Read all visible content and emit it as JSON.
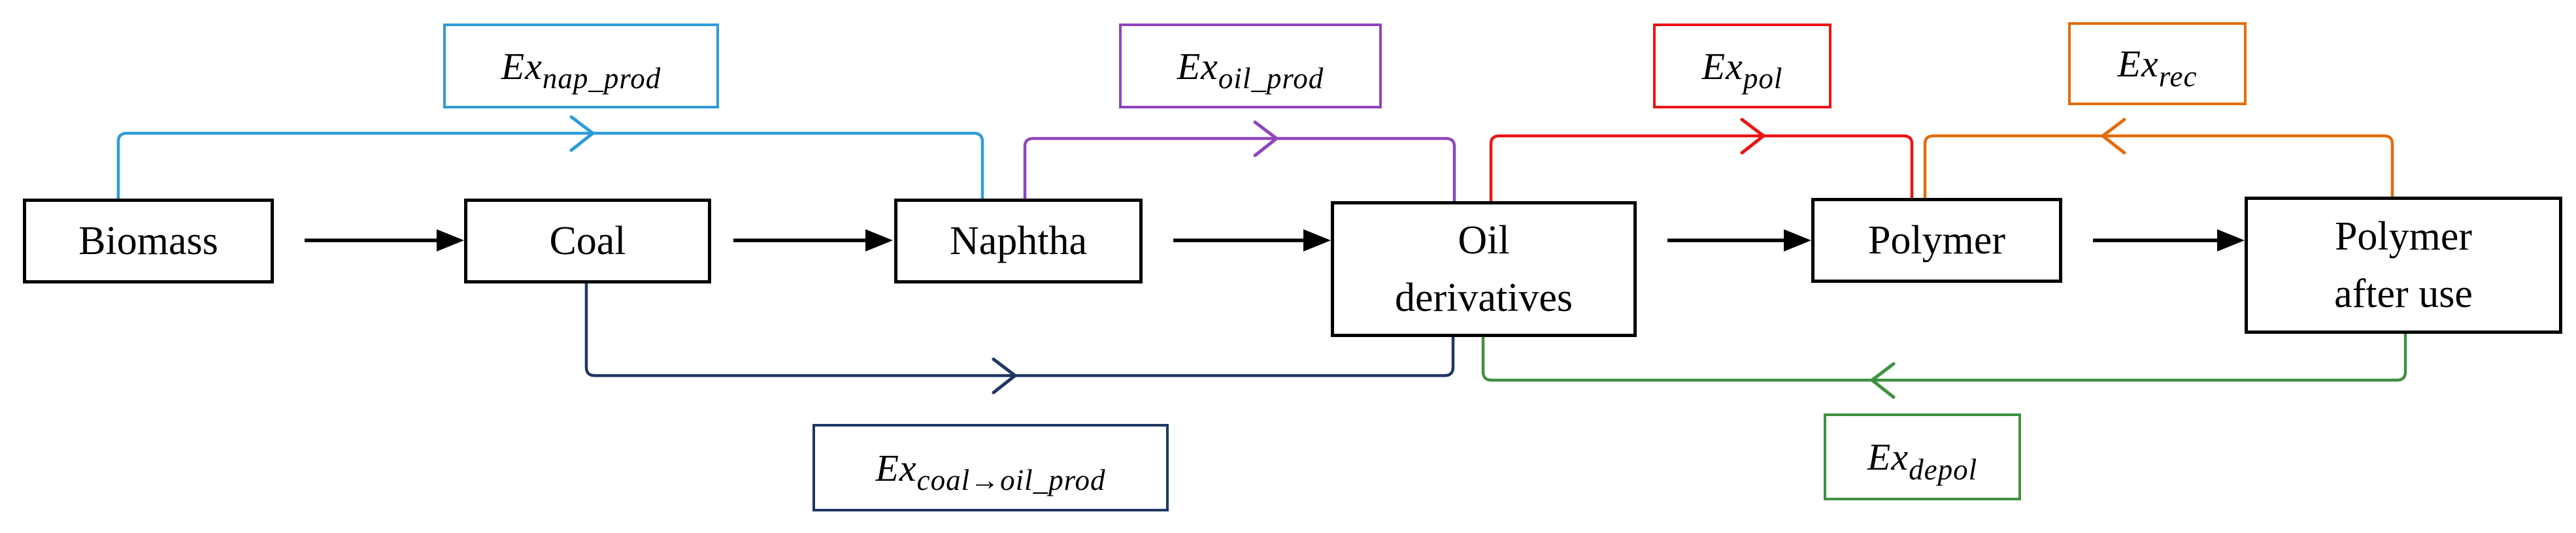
{
  "diagram": {
    "background_color": "#FFFFFF",
    "node_border_color": "#000000",
    "flow_arrow_color": "#000000",
    "nodes": [
      {
        "id": "biomass",
        "lines": [
          "Biomass"
        ]
      },
      {
        "id": "coal",
        "lines": [
          "Coal"
        ]
      },
      {
        "id": "naphtha",
        "lines": [
          "Naphtha"
        ]
      },
      {
        "id": "oil-derivatives",
        "lines": [
          "Oil",
          "derivatives"
        ]
      },
      {
        "id": "polymer",
        "lines": [
          "Polymer"
        ]
      },
      {
        "id": "polymer-after-use",
        "lines": [
          "Polymer",
          "after use"
        ]
      }
    ],
    "flow_labels": [
      {
        "id": "nap_prod",
        "main": "Ex",
        "sub": "nap_prod",
        "color": "#2E9BD8"
      },
      {
        "id": "oil_prod",
        "main": "Ex",
        "sub": "oil_prod",
        "color": "#8F44BE"
      },
      {
        "id": "pol",
        "main": "Ex",
        "sub": "pol",
        "color": "#EC1414"
      },
      {
        "id": "rec",
        "main": "Ex",
        "sub": "rec",
        "color": "#E36C0A"
      },
      {
        "id": "coal_oil_prod",
        "main": "Ex",
        "sub": "coal→oil_prod",
        "color": "#1F3864"
      },
      {
        "id": "depol",
        "main": "Ex",
        "sub": "depol",
        "color": "#3F9140"
      }
    ],
    "connectors": {
      "nap_prod": {
        "from": "Biomass",
        "to": "Naphtha",
        "direction": "right",
        "color": "#2E9BD8"
      },
      "oil_prod": {
        "from": "Naphtha",
        "to": "Oil derivatives",
        "direction": "right",
        "color": "#8F44BE"
      },
      "pol": {
        "from": "Oil derivatives",
        "to": "Polymer",
        "direction": "right",
        "color": "#EC1414"
      },
      "rec": {
        "from": "Polymer after use",
        "to": "Polymer",
        "direction": "left",
        "color": "#E36C0A"
      },
      "coal_oil_prod": {
        "from": "Coal",
        "to": "Oil derivatives",
        "direction": "right",
        "color": "#1F3864"
      },
      "depol": {
        "from": "Polymer after use",
        "to": "Oil derivatives",
        "direction": "left",
        "color": "#3F9140"
      }
    }
  }
}
